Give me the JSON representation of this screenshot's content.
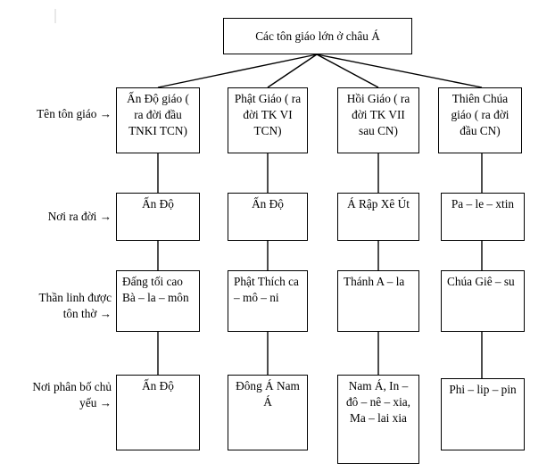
{
  "diagram": {
    "root": {
      "label": "Các tôn giáo lớn ở châu Á"
    },
    "row_labels": [
      {
        "name": "ten-ton-giao",
        "text": "Tên tôn giáo →"
      },
      {
        "name": "noi-ra-doi",
        "text": "Nơi ra đời →"
      },
      {
        "name": "than-linh-ton-tho",
        "text": "Thần linh được\ntôn thờ →"
      },
      {
        "name": "noi-phan-bo",
        "text": "Nơi phân bố chủ\nyếu →"
      }
    ],
    "columns": [
      {
        "religion": "Ấn Độ giáo ( ra đời đầu TNKI TCN)",
        "origin": "Ấn Độ",
        "deity": "Đấng tối cao Bà – la – môn",
        "distribution": "Ấn Độ"
      },
      {
        "religion": "Phật Giáo ( ra đời TK VI TCN)",
        "origin": "Ấn Độ",
        "deity": "Phật Thích ca – mô – ni",
        "distribution": "Đông Á Nam Á"
      },
      {
        "religion": "Hồi Giáo ( ra đời TK VII sau CN)",
        "origin": "Á Rập Xê Út",
        "deity": "Thánh A – la",
        "distribution": "Nam Á, In – đô – nê – xia, Ma – lai xia"
      },
      {
        "religion": "Thiên Chúa giáo ( ra đời đầu CN)",
        "origin": "Pa – le – xtin",
        "deity": "Chúa Giê – su",
        "distribution": "Phi – lip – pin"
      }
    ],
    "colors": {
      "line": "#000000",
      "background": "#ffffff",
      "text": "#000000"
    }
  }
}
